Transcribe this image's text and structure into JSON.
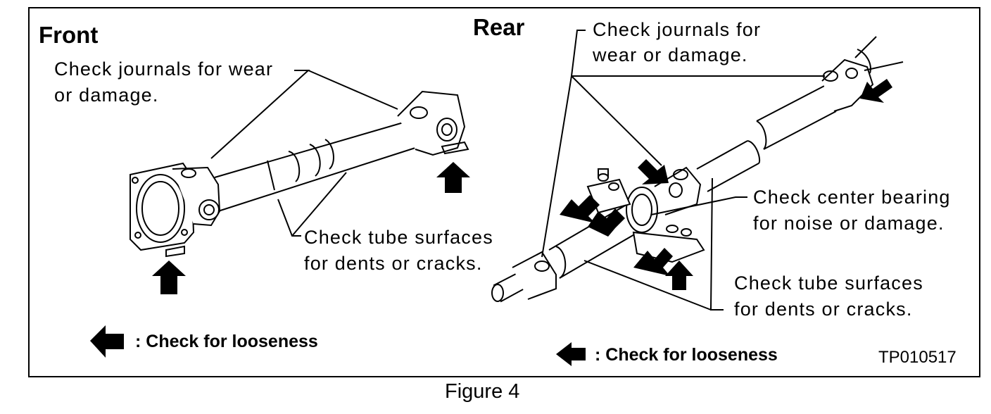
{
  "figure": {
    "caption": "Figure 4",
    "ref_code": "TP010517"
  },
  "front": {
    "heading": "Front",
    "journals_line1": "Check journals for wear",
    "journals_line2": "or damage.",
    "tube_line1": "Check tube surfaces",
    "tube_line2": "for dents or cracks.",
    "legend": ": Check for looseness"
  },
  "rear": {
    "heading": "Rear",
    "journals_line1": "Check journals for",
    "journals_line2": "wear or damage.",
    "bearing_line1": "Check center bearing",
    "bearing_line2": "for noise or damage.",
    "tube_line1": "Check tube surfaces",
    "tube_line2": "for dents or cracks.",
    "legend": ": Check for looseness"
  }
}
